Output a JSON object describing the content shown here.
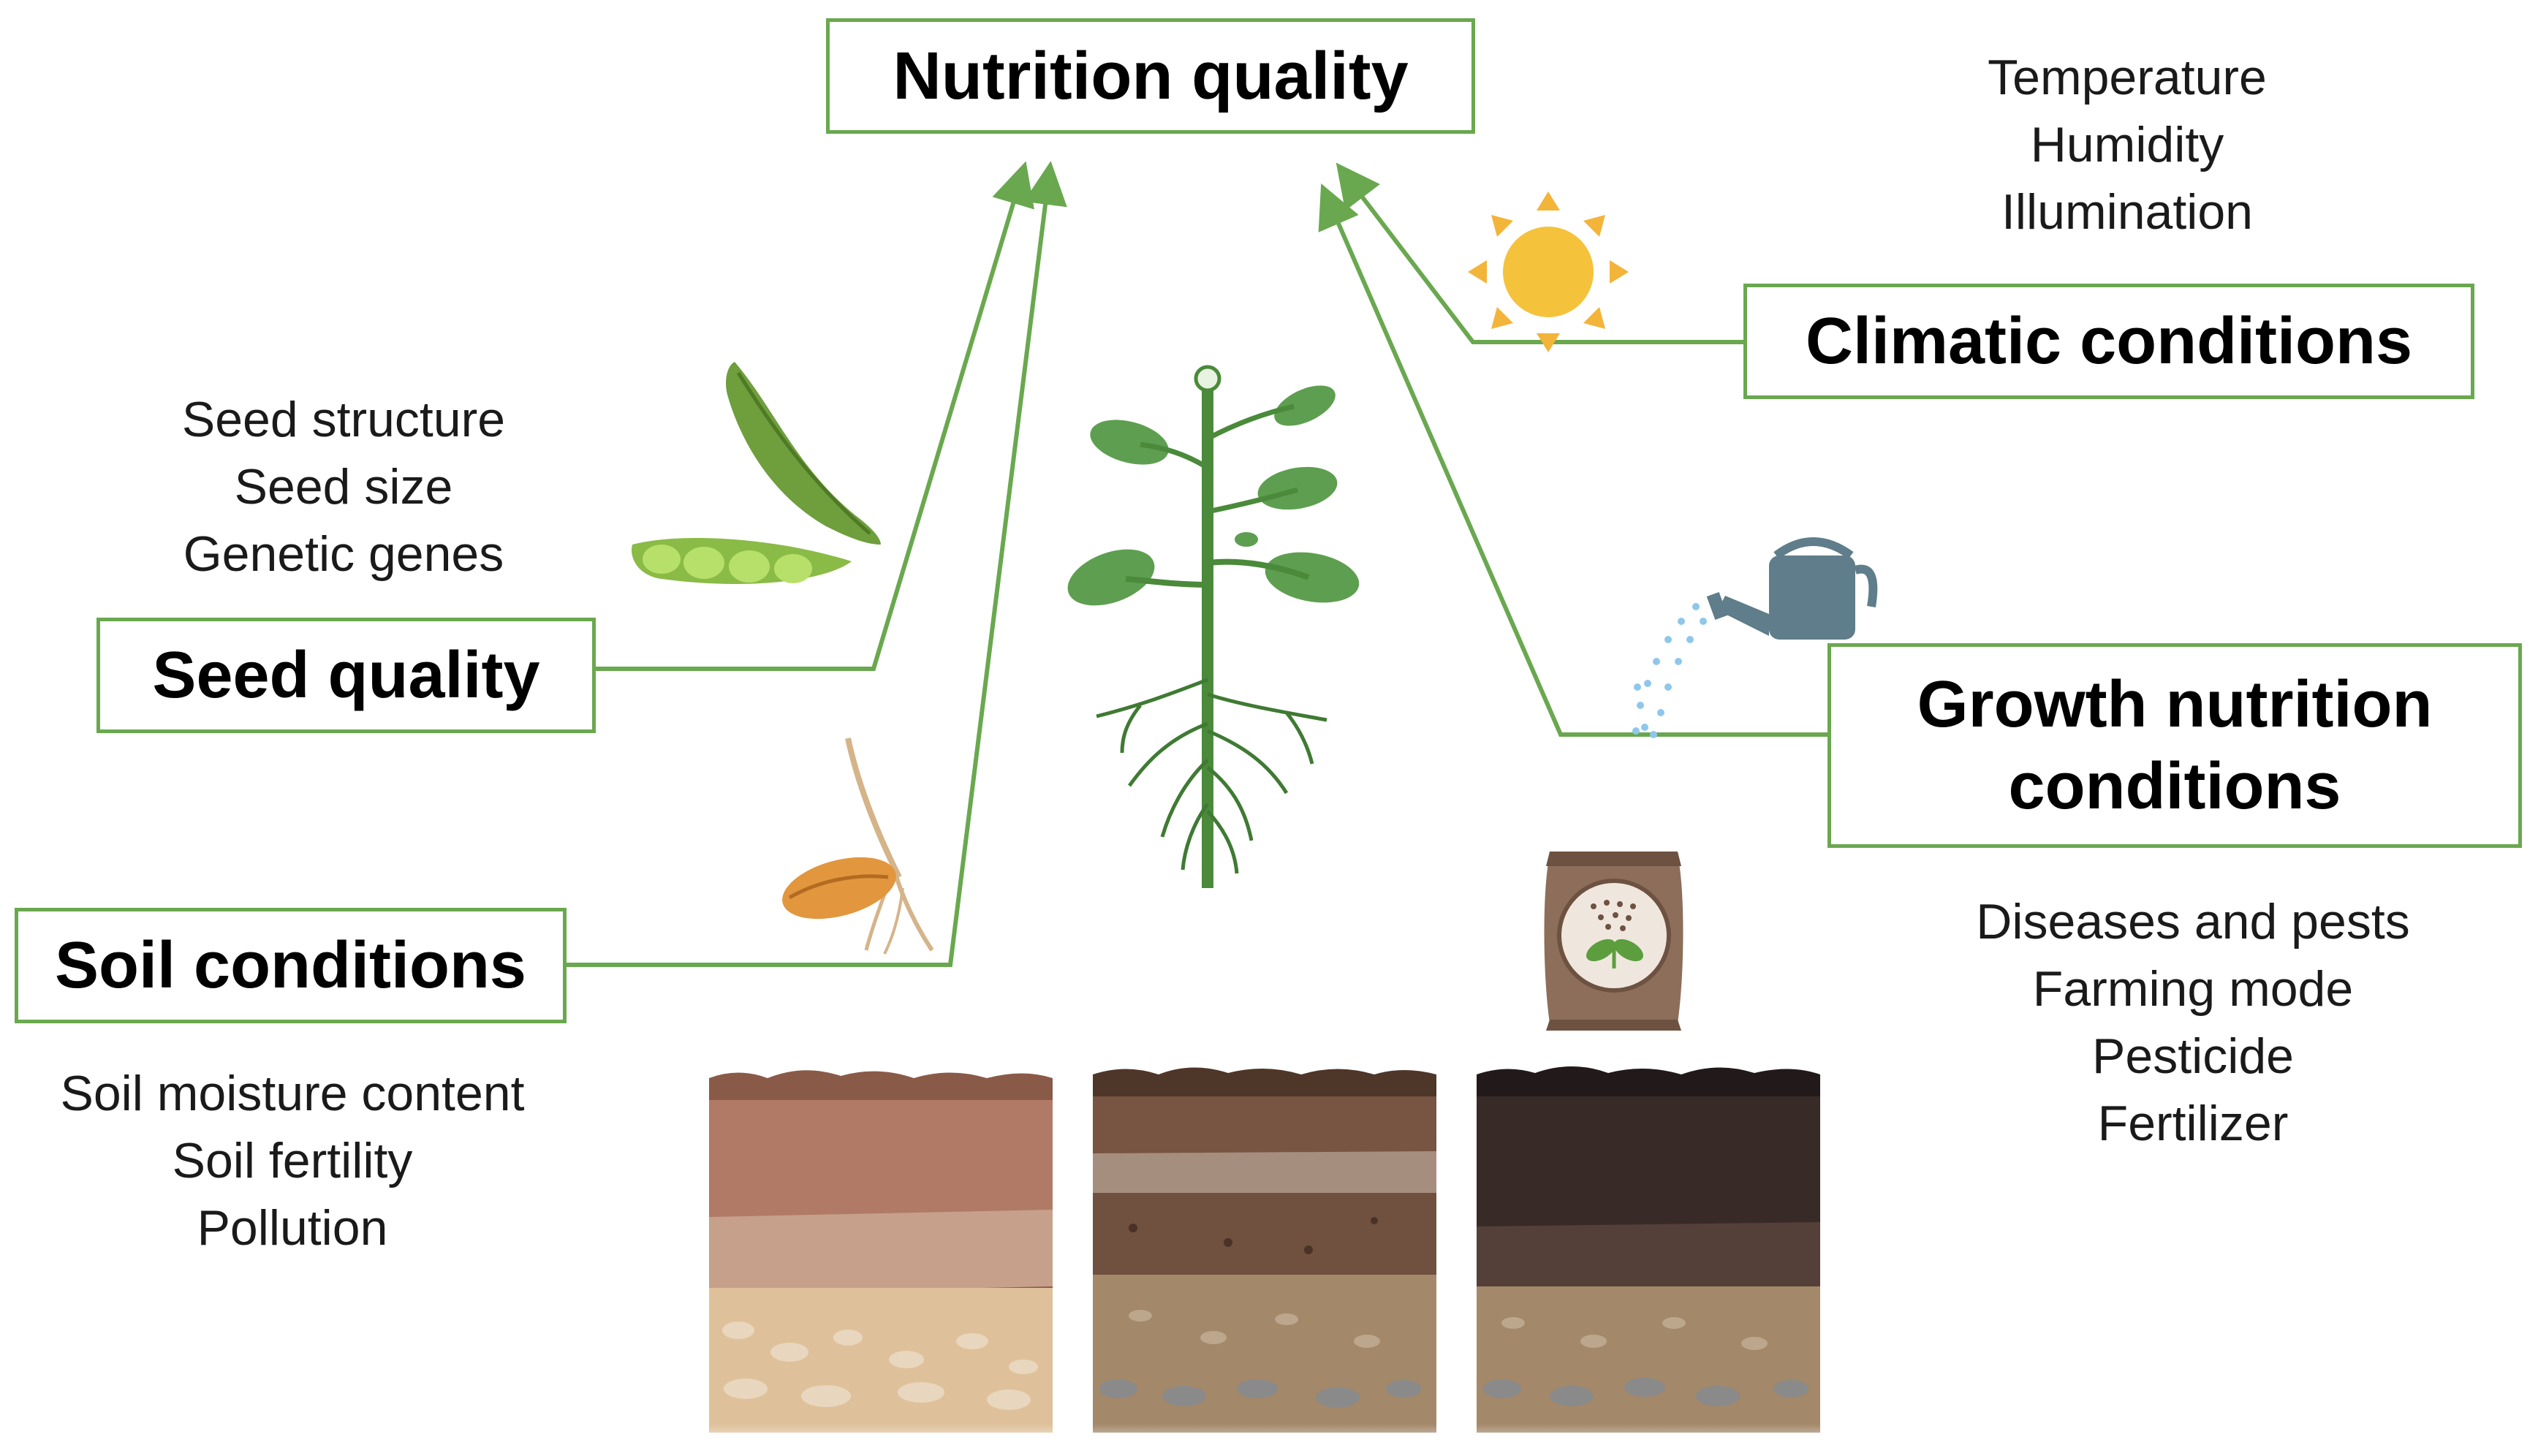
{
  "title": "Nutrition quality",
  "colors": {
    "connector": "#6aa84f",
    "box_border": "#6aa84f",
    "text": "#111111"
  },
  "factors": {
    "climatic": {
      "label": "Climatic conditions",
      "items": [
        "Temperature",
        "Humidity",
        "Illumination"
      ],
      "icon": "sun-icon"
    },
    "seed": {
      "label": "Seed quality",
      "items": [
        "Seed structure",
        "Seed size",
        "Genetic genes"
      ],
      "icon": "pea-pod-icon"
    },
    "growth": {
      "label_line1": "Growth nutrition",
      "label_line2": "conditions",
      "items": [
        "Diseases and pests",
        "Farming mode",
        "Pesticide",
        "Fertilizer"
      ],
      "icon": "watering-can-icon"
    },
    "soil": {
      "label": "Soil conditions",
      "items": [
        "Soil moisture content",
        "Soil fertility",
        "Pollution"
      ],
      "icon": "sprouting-seed-icon"
    }
  },
  "illustrations": [
    "plant-icon",
    "fertilizer-bag-icon",
    "soil-layers"
  ]
}
